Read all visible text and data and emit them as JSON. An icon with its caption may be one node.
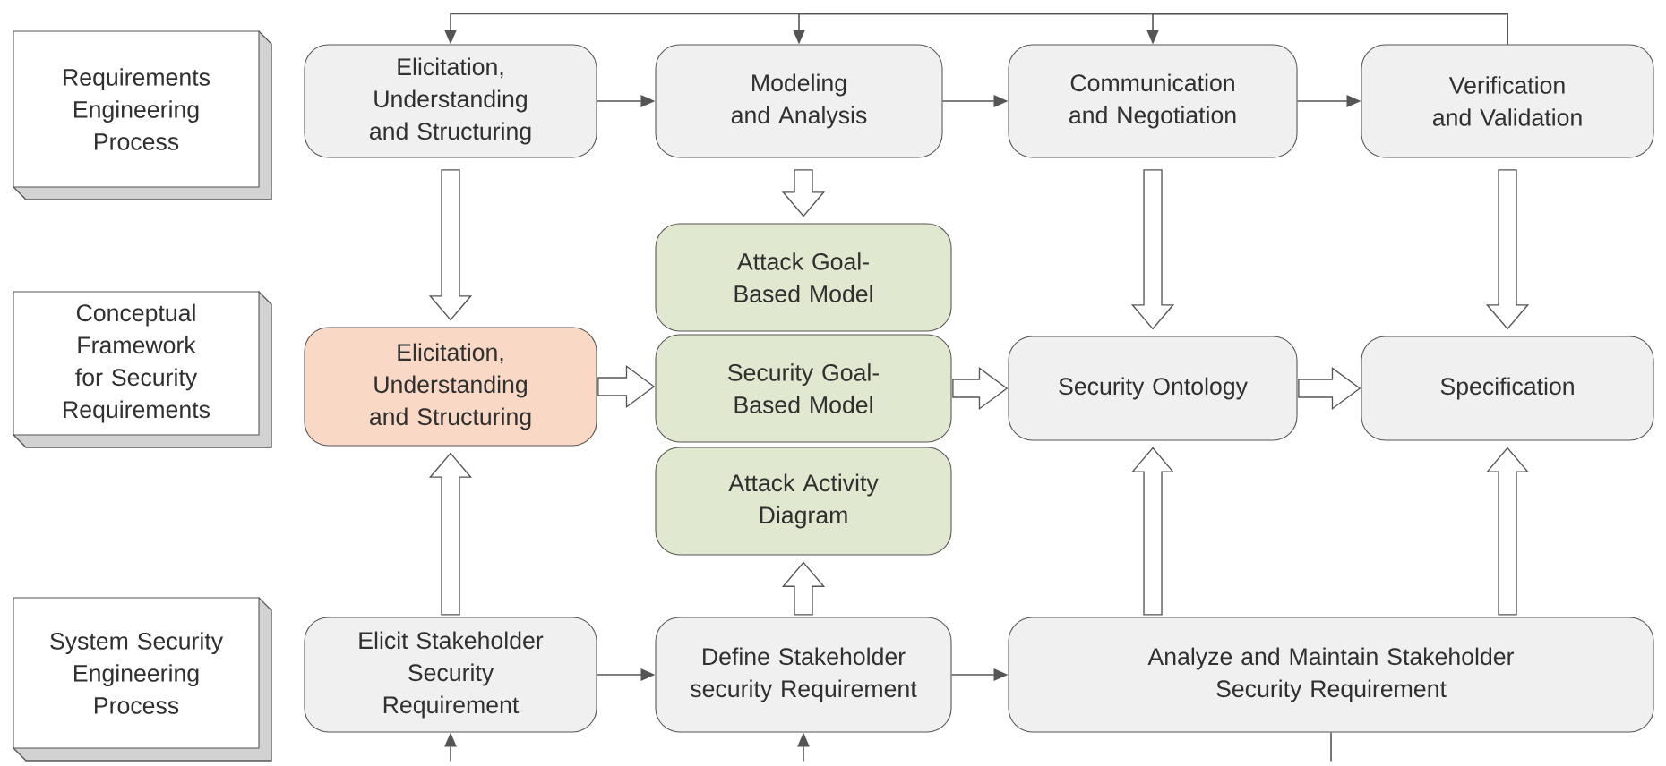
{
  "diagram": {
    "nodes": [
      {
        "text": [
          "Requirements Engineering Process"
        ]
      },
      {
        "text": [
          "Elicitation, Understanding and Structuring"
        ]
      },
      {
        "text": [
          "Modeling and Analysis"
        ]
      },
      {
        "text": [
          "Communication and Negotiation"
        ]
      },
      {
        "text": [
          "Verification and Validation"
        ]
      },
      {
        "text": [
          "Conceptual Framework for Security Requirements"
        ]
      },
      {
        "text": [
          "Elicitation, Understanding and Structuring"
        ]
      },
      {
        "text": [
          "Attack Goal-Based Model"
        ]
      },
      {
        "text": [
          "Security Goal-Based Model"
        ]
      },
      {
        "text": [
          "Attack Activity Diagram"
        ]
      },
      {
        "text": [
          "Security Ontology"
        ]
      },
      {
        "text": [
          "Specification"
        ]
      },
      {
        "text": [
          "System Security Engineering Process"
        ]
      },
      {
        "text": [
          "Elicit Stakeholder Security Requirement"
        ]
      },
      {
        "text": [
          "Define Stakeholder security Requirement"
        ]
      },
      {
        "text": [
          "Analyze and Maintain Stakeholder Security Requirement"
        ]
      }
    ],
    "edges": [
      {
        "from": 1,
        "to": 2,
        "arrow": "to"
      },
      {
        "from": 2,
        "to": 3,
        "arrow": "to"
      },
      {
        "from": 3,
        "to": 4,
        "arrow": "to"
      },
      {
        "from": 4,
        "to": 1,
        "arrow": "to"
      },
      {
        "from": 4,
        "to": 2,
        "arrow": "to"
      },
      {
        "from": 4,
        "to": 3,
        "arrow": "to"
      },
      {
        "from": 1,
        "to": 6,
        "arrow": "to",
        "style": "thick"
      },
      {
        "from": 2,
        "to": 7,
        "arrow": "to",
        "style": "thick"
      },
      {
        "from": 3,
        "to": 10,
        "arrow": "to",
        "style": "thick"
      },
      {
        "from": 4,
        "to": 11,
        "arrow": "to",
        "style": "thick"
      },
      {
        "from": 6,
        "to": 8,
        "arrow": "to",
        "style": "thick"
      },
      {
        "from": 8,
        "to": 10,
        "arrow": "to",
        "style": "thick"
      },
      {
        "from": 10,
        "to": 11,
        "arrow": "to",
        "style": "thick"
      },
      {
        "from": 13,
        "to": 6,
        "arrow": "to",
        "style": "thick"
      },
      {
        "from": 14,
        "to": 9,
        "arrow": "to",
        "style": "thick"
      },
      {
        "from": 15,
        "to": 10,
        "arrow": "to",
        "style": "thick"
      },
      {
        "from": 15,
        "to": 11,
        "arrow": "to",
        "style": "thick"
      },
      {
        "from": 13,
        "to": 14,
        "arrow": "to"
      },
      {
        "from": 14,
        "to": 15,
        "arrow": "to"
      },
      {
        "from": null,
        "to": 13,
        "arrow": "to"
      },
      {
        "from": null,
        "to": 14,
        "arrow": "to"
      },
      {
        "from": 15,
        "to": null,
        "arrow": "none"
      }
    ]
  }
}
